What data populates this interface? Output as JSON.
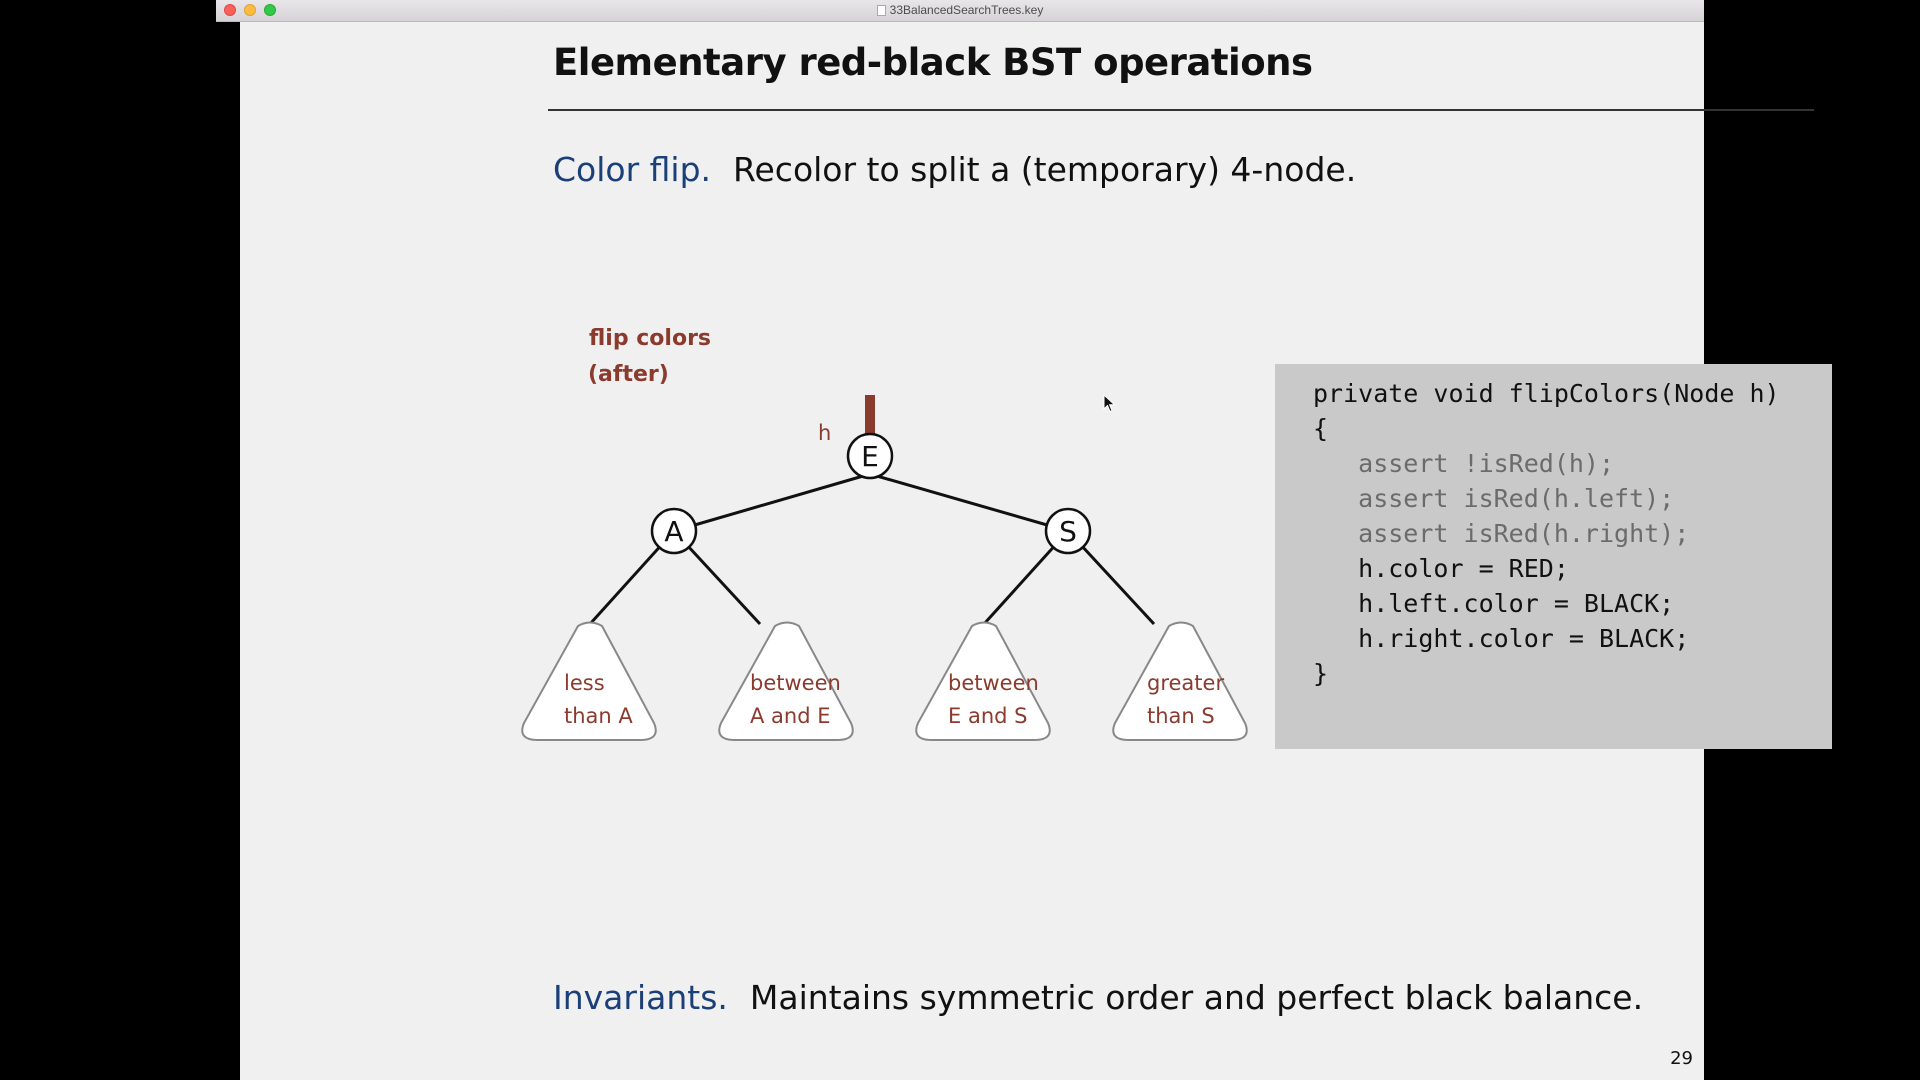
{
  "window": {
    "title": "33BalancedSearchTrees.key"
  },
  "slide": {
    "title": "Elementary red-black BST operations",
    "intro": {
      "term": "Color flip.",
      "text": "Recolor to split a (temporary) 4-node."
    },
    "diagram": {
      "caption_line1": "flip colors",
      "caption_line2": "(after)",
      "pointer_label": "h",
      "root": "E",
      "left_child": "A",
      "right_child": "S",
      "subtrees": [
        {
          "line1": "less",
          "line2": "than A"
        },
        {
          "line1": "between",
          "line2": "A and E"
        },
        {
          "line1": "between",
          "line2": "E and S"
        },
        {
          "line1": "greater",
          "line2": "than S"
        }
      ],
      "accent_color": "#8b3a2e"
    },
    "code": {
      "lines": [
        "private void flipColors(Node h)",
        "{",
        "   assert !isRed(h);",
        "   assert isRed(h.left);",
        "   assert isRed(h.right);",
        "   h.color = RED;",
        "   h.left.color = BLACK;",
        "   h.right.color = BLACK;",
        "}"
      ]
    },
    "invariants": {
      "term": "Invariants.",
      "text": "Maintains symmetric order and perfect black balance."
    },
    "page_number": "29"
  },
  "colors": {
    "term_blue": "#1b3f78",
    "accent_red": "#8b3a2e",
    "code_bg": "#c9c9c9",
    "slide_bg": "#f0f0f0"
  }
}
